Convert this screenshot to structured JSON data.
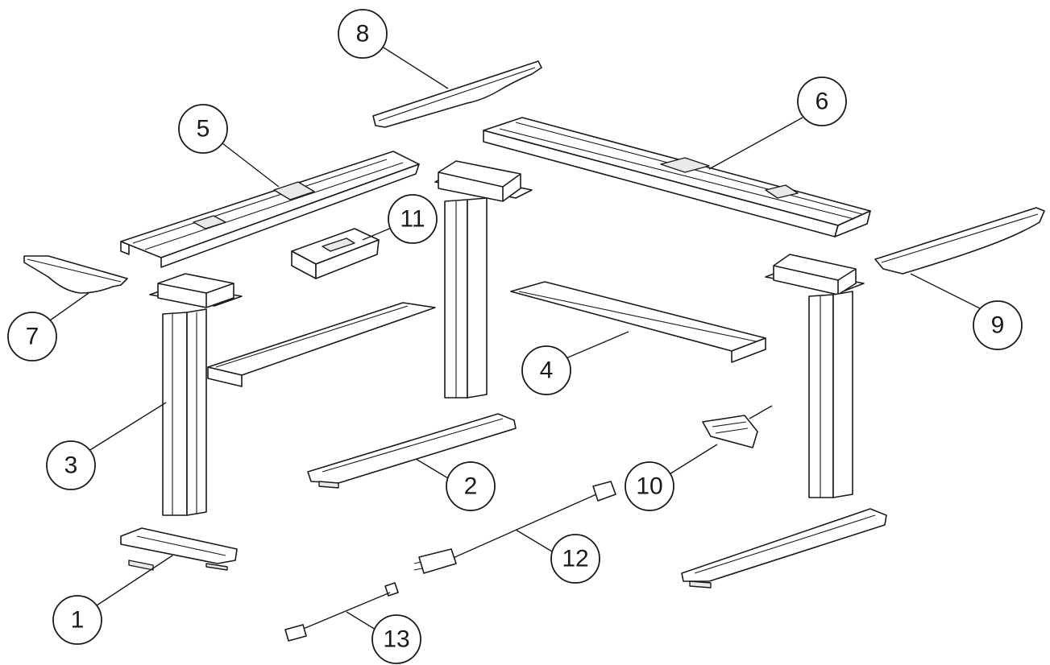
{
  "callouts": [
    {
      "id": "1",
      "label": "1"
    },
    {
      "id": "2",
      "label": "2"
    },
    {
      "id": "3",
      "label": "3"
    },
    {
      "id": "4",
      "label": "4"
    },
    {
      "id": "5",
      "label": "5"
    },
    {
      "id": "6",
      "label": "6"
    },
    {
      "id": "7",
      "label": "7"
    },
    {
      "id": "8",
      "label": "8"
    },
    {
      "id": "9",
      "label": "9"
    },
    {
      "id": "10",
      "label": "10"
    },
    {
      "id": "11",
      "label": "11"
    },
    {
      "id": "12",
      "label": "12"
    },
    {
      "id": "13",
      "label": "13"
    }
  ],
  "colors": {
    "line": "#1a1a1a",
    "background": "#ffffff",
    "shade": "#e9e9e9"
  }
}
